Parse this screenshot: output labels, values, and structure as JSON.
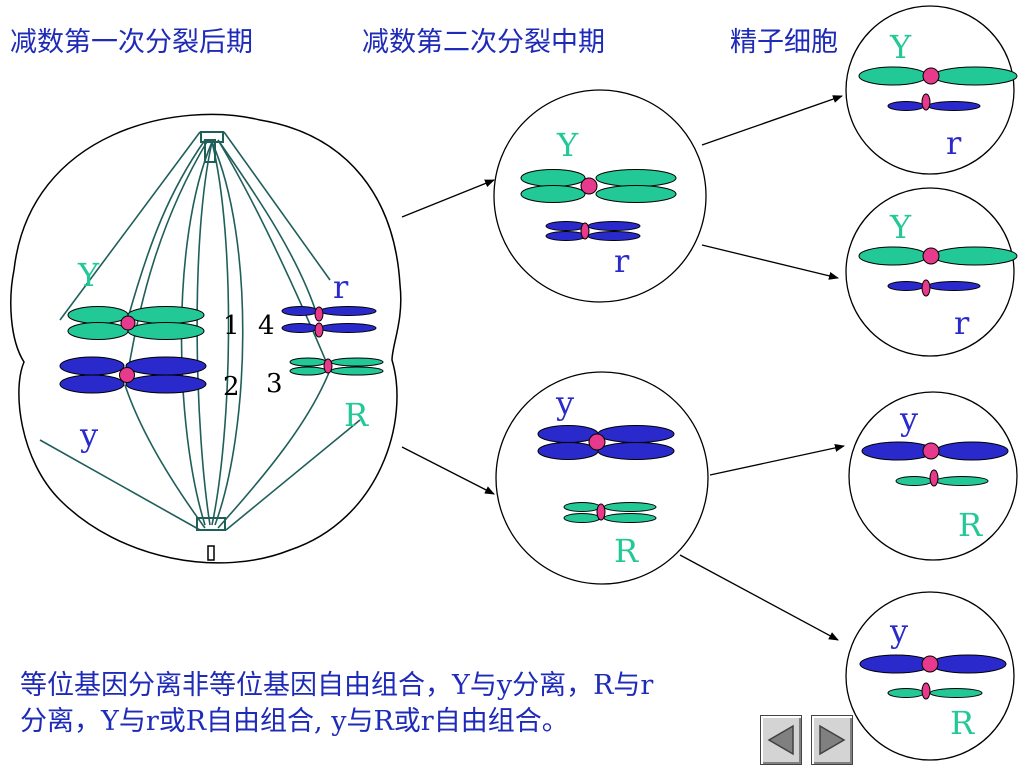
{
  "headers": {
    "stage1": "减数第一次分裂后期",
    "stage2": "减数第二次分裂中期",
    "stage3": "精子细胞"
  },
  "big_cell": {
    "labels": {
      "Y": "Y",
      "y": "y",
      "r": "r",
      "R": "R"
    },
    "numbers": {
      "n1": "1",
      "n2": "2",
      "n3": "3",
      "n4": "4"
    }
  },
  "middle_cells": [
    {
      "big_label": "Y",
      "small_label": "r"
    },
    {
      "big_label": "y",
      "small_label": "R"
    }
  ],
  "sperm_cells": [
    {
      "big_label": "Y",
      "small_label": "r"
    },
    {
      "big_label": "Y",
      "small_label": "r"
    },
    {
      "big_label": "y",
      "small_label": "R"
    },
    {
      "big_label": "y",
      "small_label": "R"
    }
  ],
  "summary": {
    "line1": "等位基因分离非等位基因自由组合，Y与y分离，R与r",
    "line2": "分离，Y与r或R自由组合, y与R或r自由组合。"
  },
  "nav": {
    "prev_icon": "triangle-left-icon",
    "next_icon": "triangle-right-icon"
  },
  "colors": {
    "text_blue": "#1e2ab8",
    "teal": "#22c896",
    "navy": "#2a2acc",
    "centromere": "#e83a8c"
  }
}
